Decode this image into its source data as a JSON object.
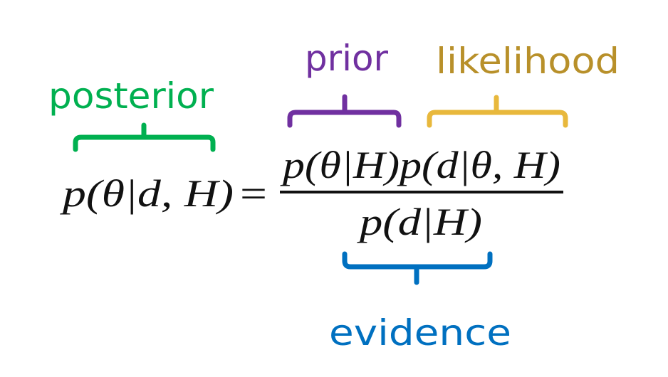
{
  "labels": {
    "posterior": "posterior",
    "prior": "prior",
    "likelihood": "likelihood",
    "evidence": "evidence"
  },
  "equation": {
    "lhs": "p(θ|d, H)",
    "equals": "=",
    "numerator": "p(θ|H)p(d|θ, H)",
    "denominator": "p(d|H)"
  },
  "colors": {
    "posterior": "#00b050",
    "prior": "#7030a0",
    "likelihood": "#b8902a",
    "likelihood_brace": "#e8b83c",
    "evidence": "#0070c0",
    "equation": "#111111"
  }
}
